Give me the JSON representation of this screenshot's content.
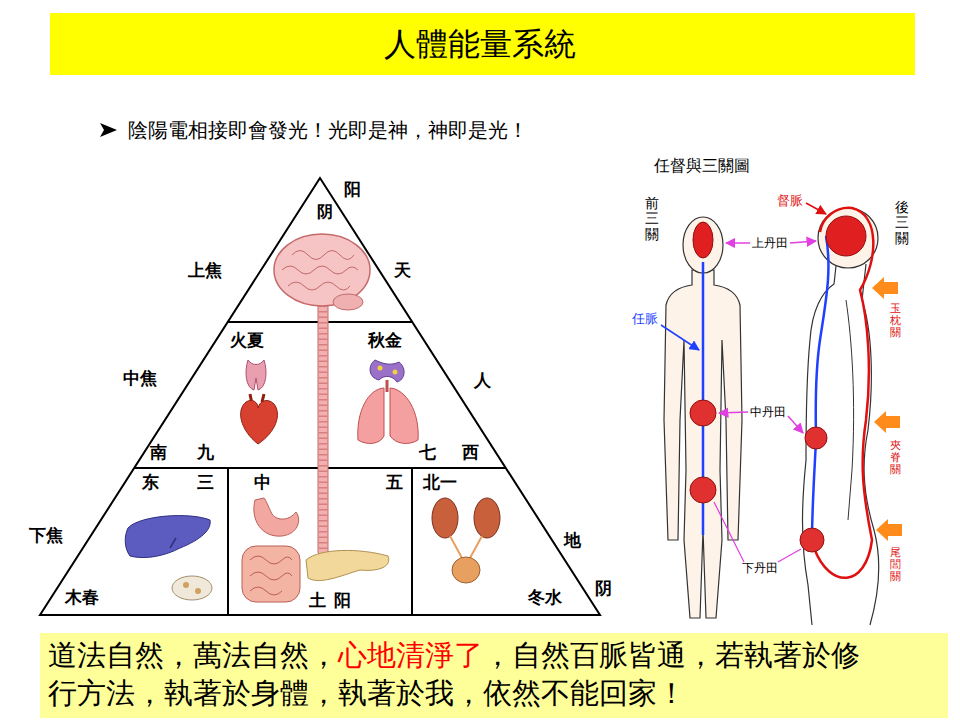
{
  "diagram": {
    "title": "人體能量系統",
    "nodes": [
      {
        "text": [
          "火夏",
          "秋金",
          "南",
          "九",
          "七",
          "西"
        ]
      },
      {
        "text": [
          "东",
          "三",
          "木春"
        ]
      },
      {
        "text": [
          "中",
          "五",
          "土阳"
        ]
      },
      {
        "text": [
          "北一",
          "冬水"
        ]
      },
      {
        "text": [
          "道法自然，萬法自然，",
          "心地清淨了",
          "，自然百脈皆通，若執著於修行方法，執著於身體，執著於我，依然不能回家！"
        ]
      }
    ],
    "labels": [
      "陰陽電相接即會發光！光即是神，神即是光！",
      "阳",
      "阴",
      "上焦",
      "天",
      "中焦",
      "人",
      "下焦",
      "地",
      "阴",
      "任督與三關圖",
      "前三關",
      "後三關",
      "督脈",
      "上丹田",
      "任脈",
      "中丹田",
      "下丹田",
      "玉枕關",
      "夾脊關",
      "尾閭關"
    ]
  }
}
